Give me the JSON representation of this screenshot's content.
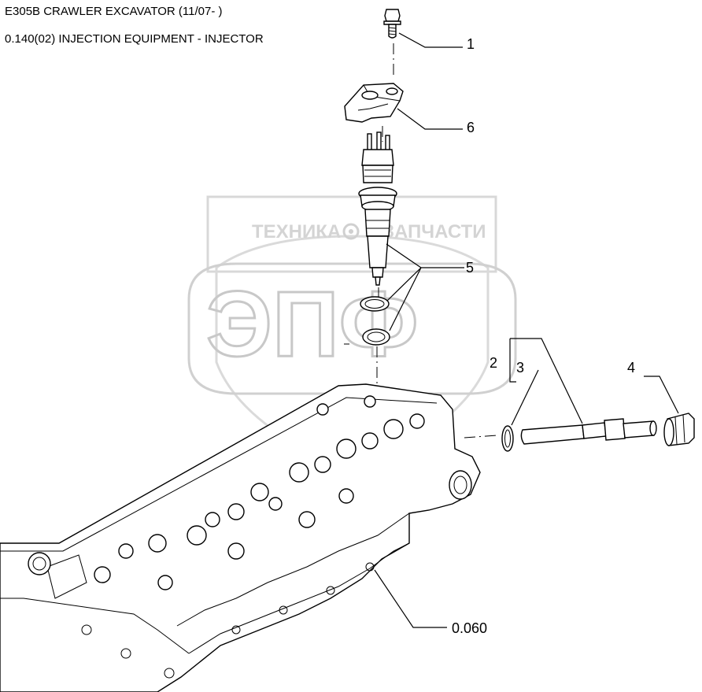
{
  "header": {
    "machine": "E305B CRAWLER EXCAVATOR (11/07- )",
    "group": "0.140(02) INJECTION EQUIPMENT - INJECTOR"
  },
  "watermark": {
    "line1_left": "ТЕХНИКА",
    "line1_right": "ЗАПЧАСТИ",
    "logo": "ЭПФ"
  },
  "callouts": {
    "c1": "1",
    "c6": "6",
    "c5": "5",
    "c2": "2",
    "c3": "3",
    "c4": "4",
    "ref": "0.060"
  }
}
